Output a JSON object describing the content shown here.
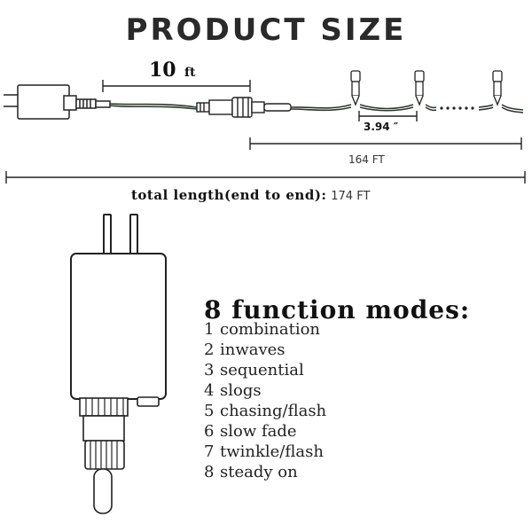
{
  "title": "PRODUCT SIZE",
  "lead_length": {
    "value": "10",
    "unit": "ft"
  },
  "bulb_spacing": "3.94 ″",
  "lit_length": "164 FT",
  "total": {
    "label": "total length(end to end):",
    "value": "174 FT"
  },
  "modes": {
    "heading": "8 function modes:",
    "items": [
      {
        "num": "1",
        "label": "combination"
      },
      {
        "num": "2",
        "label": "inwaves"
      },
      {
        "num": "3",
        "label": "sequential"
      },
      {
        "num": "4",
        "label": "slogs"
      },
      {
        "num": "5",
        "label": "chasing/flash"
      },
      {
        "num": "6",
        "label": "slow fade"
      },
      {
        "num": "7",
        "label": "twinkle/flash"
      },
      {
        "num": "8",
        "label": "steady on"
      }
    ]
  },
  "colors": {
    "line": "#1a1a1a",
    "wire": "#2b3a2b",
    "text": "#222222"
  }
}
